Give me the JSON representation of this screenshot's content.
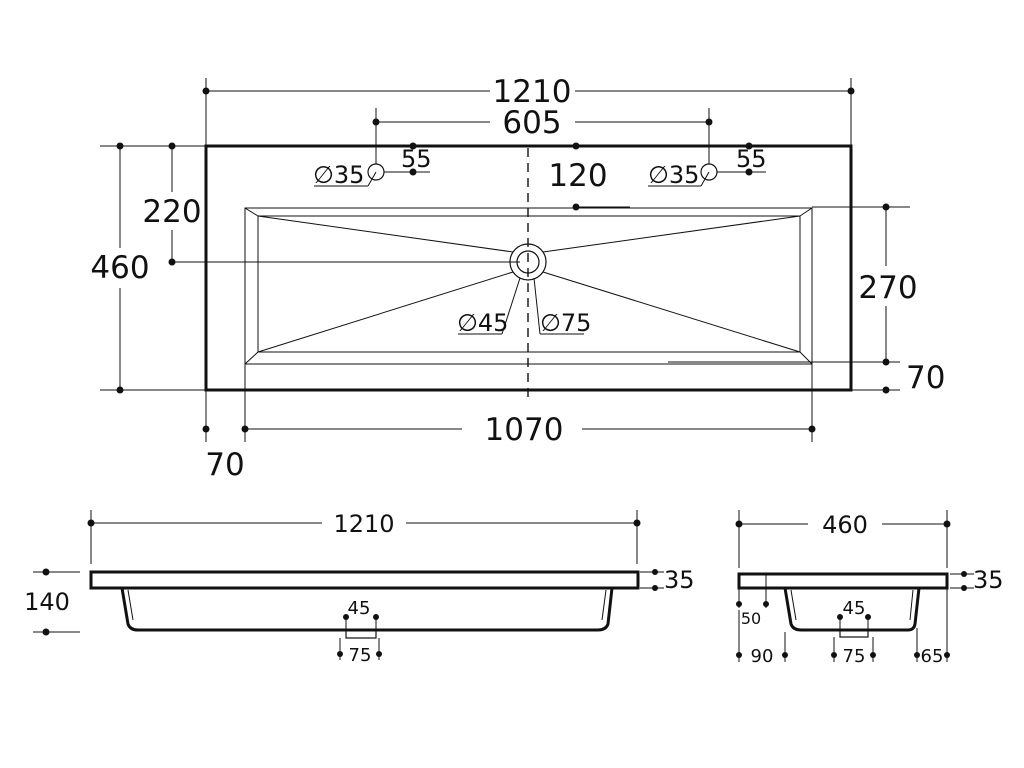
{
  "top_view": {
    "overall_width": "1210",
    "tap_spacing": "605",
    "overall_depth": "460",
    "drain_offset": "220",
    "tap_hole_left": "∅35",
    "tap_hole_right": "∅35",
    "tap_offset_left": "55",
    "tap_offset_right": "55",
    "bowl_offset_top": "120",
    "bowl_depth": "270",
    "bowl_offset_bottom": "70",
    "bowl_width": "1070",
    "bowl_offset_left": "70",
    "drain_diameter_inner": "∅45",
    "drain_diameter_outer": "∅75"
  },
  "front_view": {
    "overall_width": "1210",
    "total_height": "140",
    "slab_thickness": "35",
    "drain_width": "45",
    "drain_flange": "75"
  },
  "side_view": {
    "overall_depth": "460",
    "slab_thickness": "35",
    "offset_50": "50",
    "drain_width": "45",
    "offset_90": "90",
    "drain_flange": "75",
    "offset_65": "65"
  }
}
